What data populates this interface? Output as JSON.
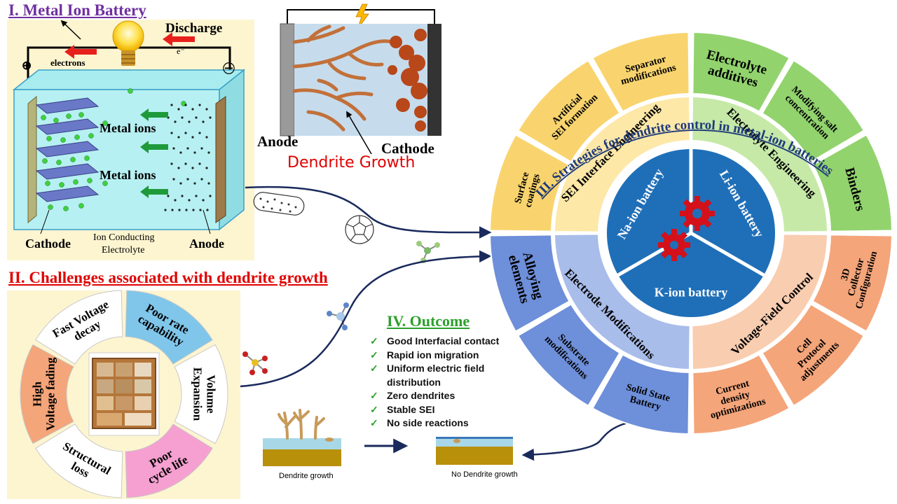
{
  "section1": {
    "title": "I. Metal Ion Battery",
    "discharge": "Discharge",
    "electron_symbol": "e⁻",
    "electrons": "electrons",
    "plus": "⊕",
    "minus": "㊀",
    "metal_ions_1": "Metal ions",
    "metal_ions_2": "Metal ions",
    "cathode": "Cathode",
    "electrolyte_line1": "Ion Conducting",
    "electrolyte_line2": "Electrolyte",
    "anode": "Anode"
  },
  "dendrite_panel": {
    "anode": "Anode",
    "cathode": "Cathode",
    "caption": "Dendrite Growth"
  },
  "section2": {
    "title": "II. Challenges associated with dendrite growth",
    "segments": [
      {
        "text": [
          "Fast Voltage",
          "decay"
        ],
        "color": "#ffffff"
      },
      {
        "text": [
          "Poor rate",
          "capability"
        ],
        "color": "#7fc6ea"
      },
      {
        "text": [
          "Volume",
          "Expansion"
        ],
        "color": "#ffffff"
      },
      {
        "text": [
          "Poor",
          "cycle life"
        ],
        "color": "#f5a0d0"
      },
      {
        "text": [
          "Structural",
          "loss"
        ],
        "color": "#ffffff"
      },
      {
        "text": [
          "High",
          "Voltage fading"
        ],
        "color": "#f4a57a"
      }
    ]
  },
  "section3": {
    "title": "III. Strategies for dendrite control in metal-ion batteries",
    "core": [
      "Na-ion battery",
      "Li-ion battery",
      "K-ion battery"
    ],
    "middle": [
      "SEI Interface Engineering",
      "Electrolyte Engineering",
      "Voltage-Field Control",
      "Electrode Modifications"
    ],
    "outer": [
      {
        "text": [
          "Surface",
          "coatings"
        ]
      },
      {
        "text": [
          "Artificial",
          "SEI formation"
        ]
      },
      {
        "text": [
          "Separator",
          "modifications"
        ]
      },
      {
        "text": [
          "Electrolyte",
          "additives"
        ]
      },
      {
        "text": [
          "Modifying salt",
          "concentration"
        ]
      },
      {
        "text": [
          "Binders"
        ]
      },
      {
        "text": [
          "3D",
          "Collector",
          "Configuration"
        ]
      },
      {
        "text": [
          "Cell",
          "Protocol",
          "adjustments"
        ]
      },
      {
        "text": [
          "Current",
          "density",
          "optimizations"
        ]
      },
      {
        "text": [
          "Solid State",
          "Battery"
        ]
      },
      {
        "text": [
          "Substrate",
          "modifications"
        ]
      },
      {
        "text": [
          "Alloying",
          "elements"
        ]
      }
    ],
    "colors": {
      "sei_outer": "#f9d46e",
      "sei_middle": "#fde8a8",
      "electrolyte_outer": "#92d36e",
      "electrolyte_middle": "#c6e9a8",
      "voltage_outer": "#f4a57a",
      "voltage_middle": "#f9cdb0",
      "electrode_outer": "#6e8fd9",
      "electrode_middle": "#a9bdea",
      "core": "#1f6fb8",
      "gear": "#d4101a",
      "title": "#1f3a7a"
    }
  },
  "section4": {
    "title": "IV. Outcome",
    "items": [
      "Good Interfacial contact",
      "Rapid ion migration",
      "Uniform electric field",
      "distribution",
      "Zero dendrites",
      "Stable SEI",
      "No side reactions"
    ],
    "check_color": "#2ca02c"
  },
  "bottom": {
    "left_label": "Dendrite growth",
    "right_label": "No Dendrite growth"
  }
}
